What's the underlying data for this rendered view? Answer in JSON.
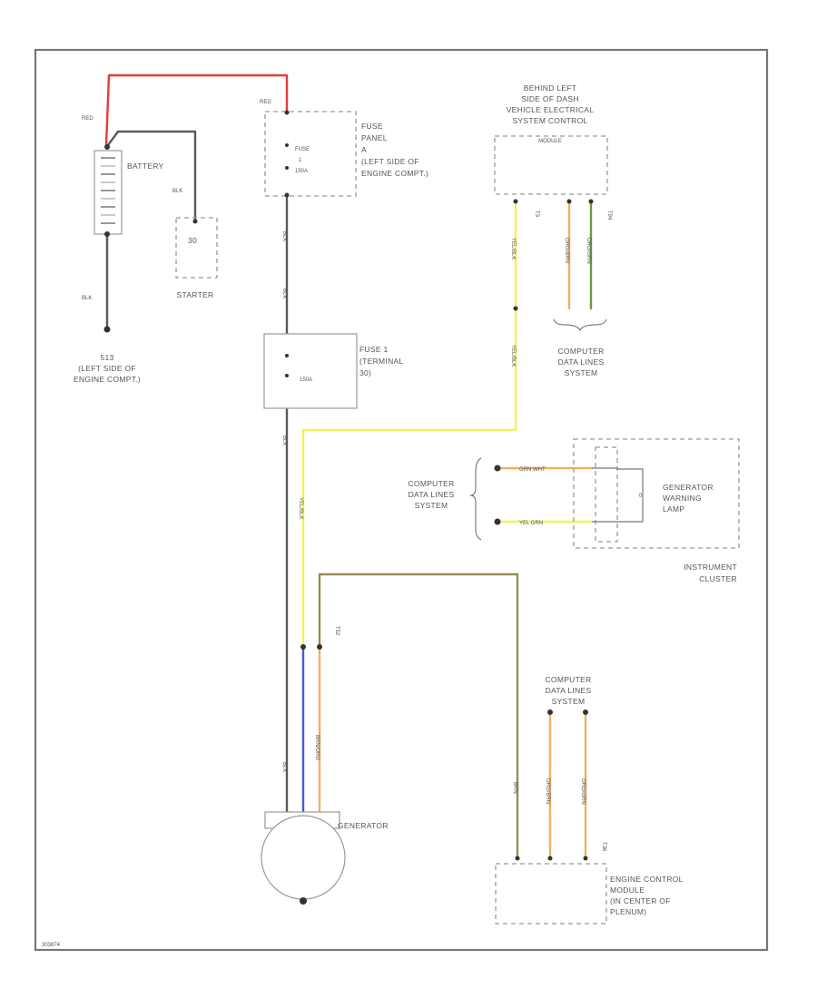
{
  "colors": {
    "red": "#e83a3a",
    "black": "#5a5a5a",
    "yellow": "#f2f25a",
    "orange": "#f2b060",
    "blue": "#4a55e0",
    "green": "#6a9a3a",
    "brown": "#9a8a5a"
  },
  "components": {
    "battery": "BATTERY",
    "starter": "STARTER",
    "starter_terminal": "30",
    "ground_id": "513",
    "ground_location": [
      "(LEFT SIDE OF",
      "ENGINE COMPT.)"
    ],
    "fuse_panel": [
      "FUSE",
      "PANEL",
      "A",
      "(LEFT SIDE OF",
      "ENGINE COMPT.)"
    ],
    "fuse_panel_fuse": [
      "FUSE",
      "1",
      "150A"
    ],
    "fuse_terminal": [
      "FUSE 1",
      "(TERMINAL",
      "30)"
    ],
    "fuse_terminal_rating": "150A",
    "vehicle_module_location": [
      "BEHIND LEFT",
      "SIDE OF DASH"
    ],
    "vehicle_module": [
      "VEHICLE ELECTRICAL",
      "SYSTEM CONTROL",
      "MODULE"
    ],
    "data_lines_top": [
      "COMPUTER",
      "DATA LINES",
      "SYSTEM"
    ],
    "data_lines_mid": [
      "COMPUTER",
      "DATA LINES",
      "SYSTEM"
    ],
    "data_lines_bottom": [
      "COMPUTER",
      "DATA LINES",
      "SYSTEM"
    ],
    "warning_lamp": [
      "GENERATOR",
      "WARNING",
      "LAMP"
    ],
    "lamp_symbol": "0",
    "instrument_cluster": [
      "INSTRUMENT",
      "CLUSTER"
    ],
    "generator": "GENERATOR",
    "ecm": [
      "ENGINE CONTROL",
      "MODULE",
      "(IN CENTER OF",
      "PLENUM)"
    ],
    "connector_t52": "T52",
    "connector_t36": "T36",
    "connector_t3": "T3",
    "connector_t94": "T94",
    "mid_wire_1": "GRN WHT",
    "mid_wire_2": "YEL GRN",
    "figure_id": "303874"
  },
  "wire_labels": {
    "red_batt": "RED",
    "red_fuse": "RED",
    "blk_starter": "BLK",
    "blk_ground": "BLK",
    "blk": "BLK",
    "yel_blk": "YEL/BLK",
    "org_brn": "ORG/BRN",
    "org_grn": "ORG/GRN",
    "wht": "WHT",
    "blu": "BLU",
    "brn_org": "BRN/ORG",
    "brn": "BRN"
  }
}
